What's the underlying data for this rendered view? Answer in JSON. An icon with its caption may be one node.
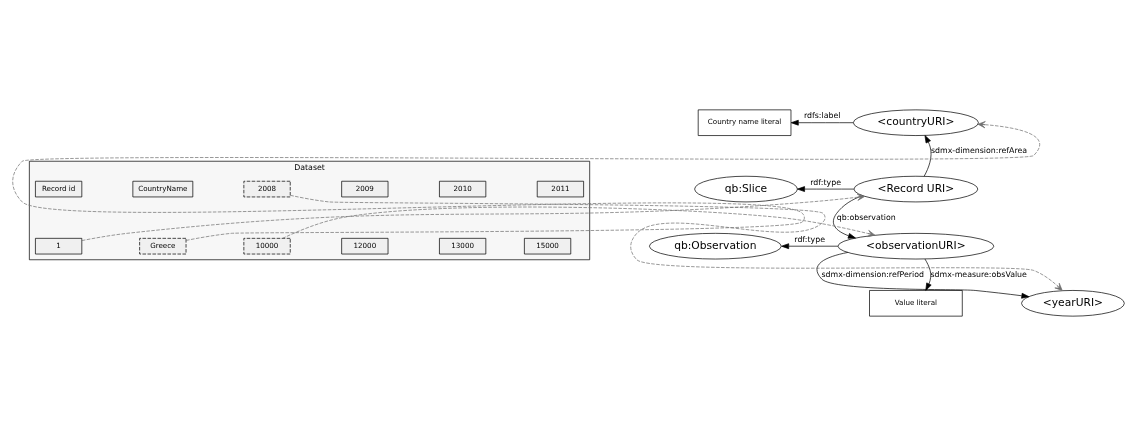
{
  "diagram": {
    "nodes": [
      {
        "text": [
          "Country name literal"
        ]
      },
      {
        "text": [
          "<countryURI>"
        ]
      },
      {
        "text": [
          "qb:Slice"
        ]
      },
      {
        "text": [
          "<Record URI>"
        ]
      },
      {
        "text": [
          "qb:Observation"
        ]
      },
      {
        "text": [
          "<observationURI>"
        ]
      },
      {
        "text": [
          "<yearURI>"
        ]
      },
      {
        "text": [
          "Value literal"
        ]
      },
      {
        "text": [
          "Dataset"
        ]
      },
      {
        "text": [
          "Record id"
        ],
        "in": 8
      },
      {
        "text": [
          "CountryName"
        ],
        "in": 8
      },
      {
        "text": [
          "2008"
        ],
        "in": 8
      },
      {
        "text": [
          "2009"
        ],
        "in": 8
      },
      {
        "text": [
          "2010"
        ],
        "in": 8
      },
      {
        "text": [
          "2011"
        ],
        "in": 8
      },
      {
        "text": [
          "1"
        ],
        "in": 8
      },
      {
        "text": [
          "Greece"
        ],
        "in": 8
      },
      {
        "text": [
          "10000"
        ],
        "in": 8
      },
      {
        "text": [
          "12000"
        ],
        "in": 8
      },
      {
        "text": [
          "13000"
        ],
        "in": 8
      },
      {
        "text": [
          "15000"
        ],
        "in": 8
      }
    ],
    "edges": [
      {
        "from": 1,
        "to": 0,
        "arrow": "to",
        "label": "rdfs:label"
      },
      {
        "from": 3,
        "to": 1,
        "arrow": "to",
        "label": "sdmx-dimension:refArea"
      },
      {
        "from": 3,
        "to": 2,
        "arrow": "to",
        "label": "rdf:type"
      },
      {
        "from": 3,
        "to": 5,
        "arrow": "to",
        "label": "qb:observation"
      },
      {
        "from": 5,
        "to": 4,
        "arrow": "to",
        "label": "rdf:type"
      },
      {
        "from": 5,
        "to": 6,
        "arrow": "to",
        "label": "sdmx-dimension:refPeriod"
      },
      {
        "from": 5,
        "to": 7,
        "arrow": "to",
        "label": "sdmx-measure:obsValue"
      },
      {
        "from": 16,
        "to": 1,
        "arrow": "to",
        "style": "dashed",
        "color": "#707070"
      },
      {
        "from": 15,
        "to": 3,
        "arrow": "to",
        "style": "dashed",
        "color": "#707070"
      },
      {
        "from": 17,
        "to": 5,
        "arrow": "to",
        "style": "dashed",
        "color": "#707070"
      },
      {
        "from": 11,
        "to": 6,
        "arrow": "to",
        "style": "dashed",
        "color": "#707070"
      }
    ]
  }
}
